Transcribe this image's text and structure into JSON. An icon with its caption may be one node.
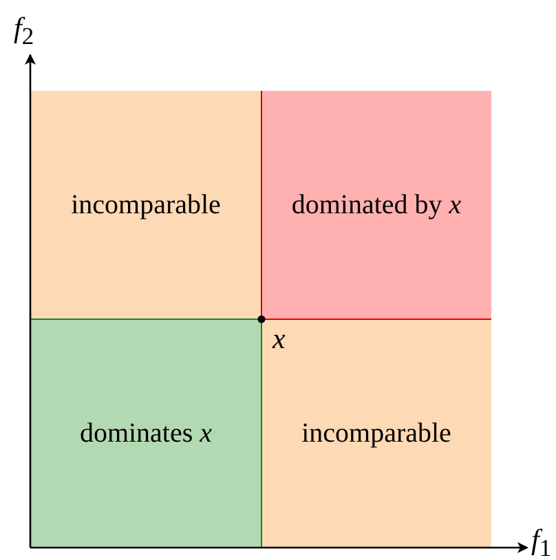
{
  "diagram": {
    "nodes": [
      {
        "text": [
          "incomparable"
        ]
      },
      {
        "text": [
          "dominated by *x*"
        ]
      },
      {
        "text": [
          "dominates *x*"
        ]
      },
      {
        "text": [
          "incomparable"
        ]
      }
    ],
    "labels": [
      "*f*$_{2}$",
      "*x*",
      "*f*$_{1}$"
    ]
  }
}
